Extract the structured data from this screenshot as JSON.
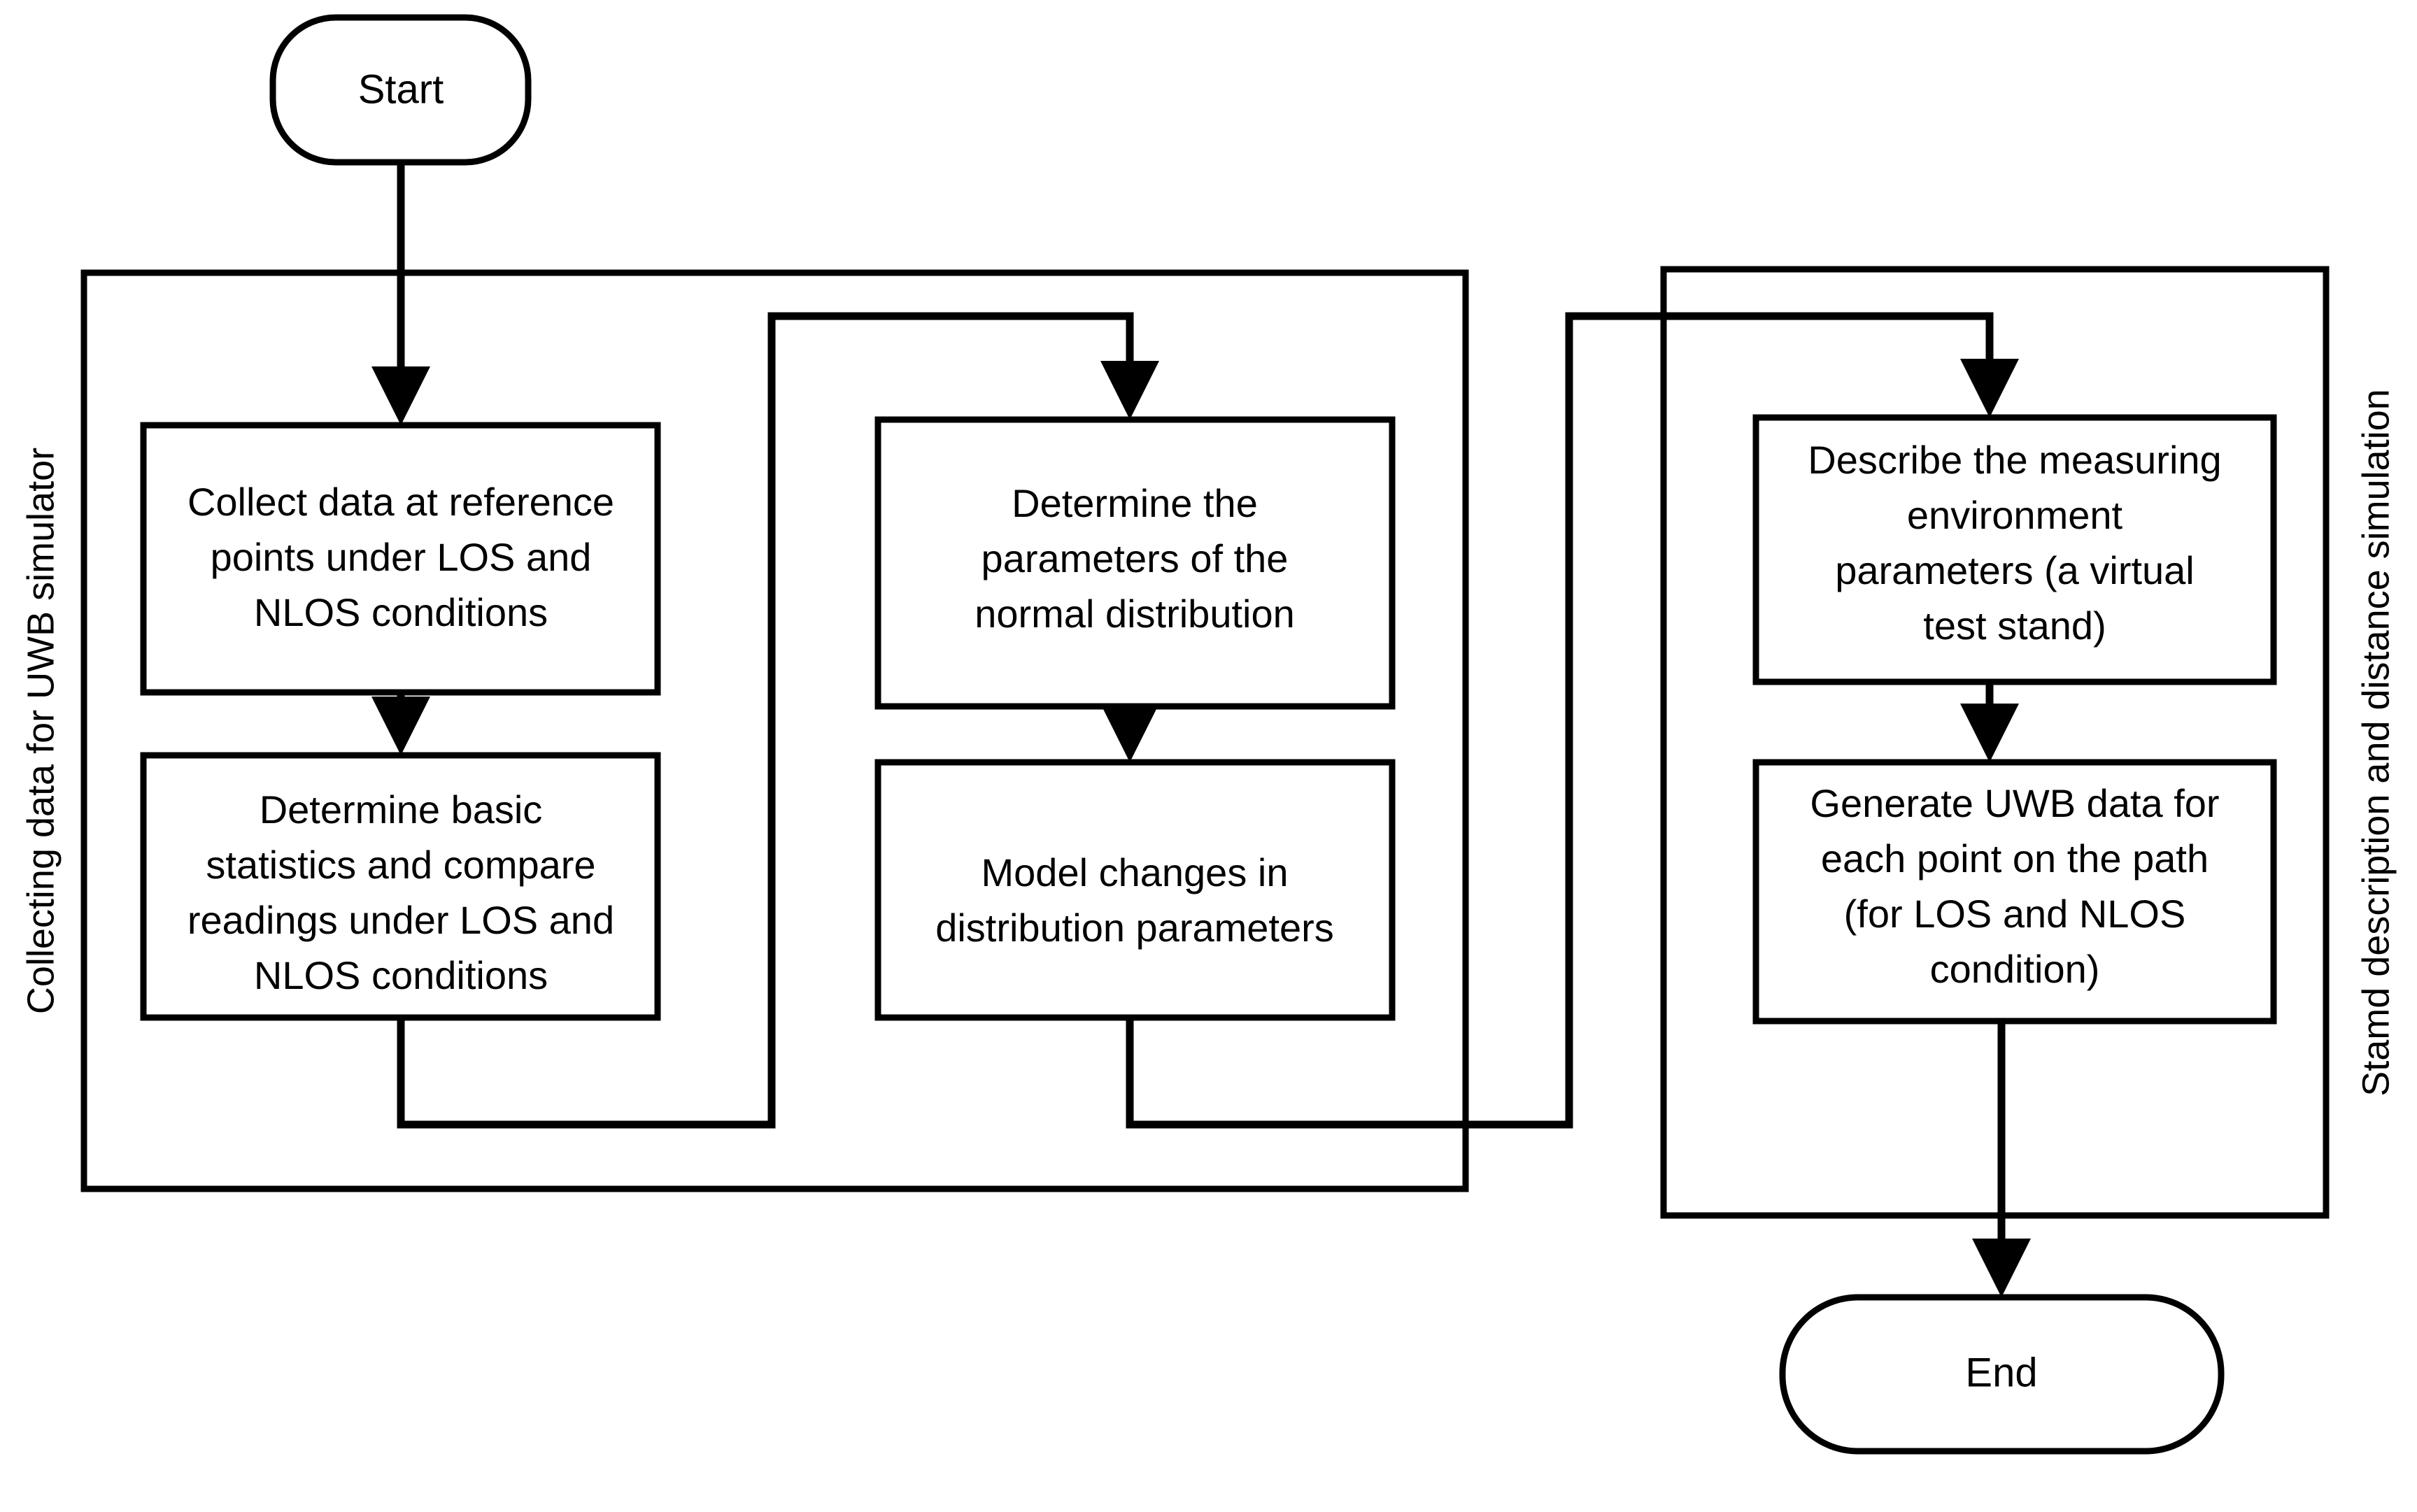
{
  "diagram": {
    "title": "UWB simulator data collection and distance simulation flowchart",
    "background_color": "#ffffff",
    "line_color": "#000000",
    "text_color": "#000000"
  },
  "lanes": {
    "left_label": "Collecting data for UWB simulator",
    "right_label": "Stamd description and distance simulation"
  },
  "terminals": {
    "start": "Start",
    "end": "End"
  },
  "nodes": {
    "collect_data": {
      "lines": [
        "Collect data at reference",
        "points under LOS and",
        "NLOS conditions"
      ]
    },
    "determine_statistics": {
      "lines": [
        "Determine basic",
        "statistics and compare",
        "readings under LOS and",
        "NLOS conditions"
      ]
    },
    "determine_parameters": {
      "lines": [
        "Determine the",
        "parameters of the",
        "normal distribution"
      ]
    },
    "model_changes": {
      "lines": [
        "Model changes in",
        "distribution parameters"
      ]
    },
    "describe_environment": {
      "lines": [
        "Describe the measuring",
        "environment",
        "parameters (a virtual",
        "test stand)"
      ]
    },
    "generate_uwb": {
      "lines": [
        "Generate UWB data for",
        "each point on the path",
        "(for LOS and NLOS",
        "condition)"
      ]
    }
  }
}
